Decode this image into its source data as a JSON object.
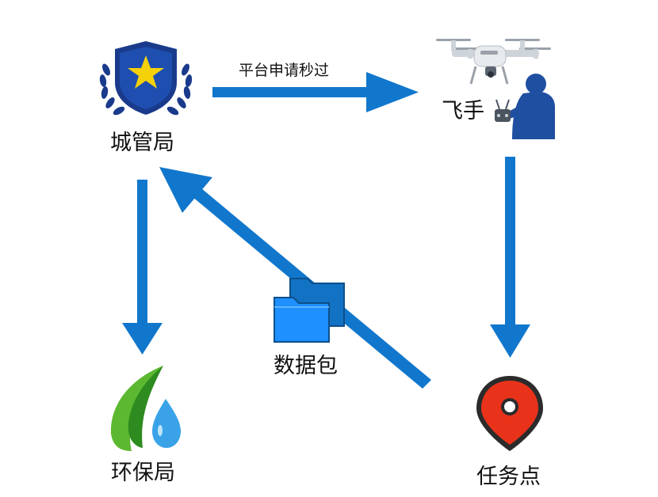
{
  "colors": {
    "arrow": "#1177cc",
    "shield": "#1a3a8c",
    "star": "#f5d10a",
    "pin": "#e8331a",
    "pin_outline": "#2b2b2b",
    "folder": "#1e90ff",
    "leaf_green": "#5cb830",
    "drop_blue": "#3aa3e8"
  },
  "nodes": {
    "city": {
      "label": "城管局",
      "icon": "police-badge-icon"
    },
    "pilot": {
      "label": "飞手",
      "icon": "drone-pilot-icon"
    },
    "env": {
      "label": "环保局",
      "icon": "leaf-water-drop-icon"
    },
    "task": {
      "label": "任务点",
      "icon": "location-pin-icon"
    }
  },
  "edges": {
    "city_to_pilot": {
      "label": "平台申请秒过"
    },
    "task_to_city": {
      "label": "数据包",
      "icon": "folder-icon"
    }
  }
}
